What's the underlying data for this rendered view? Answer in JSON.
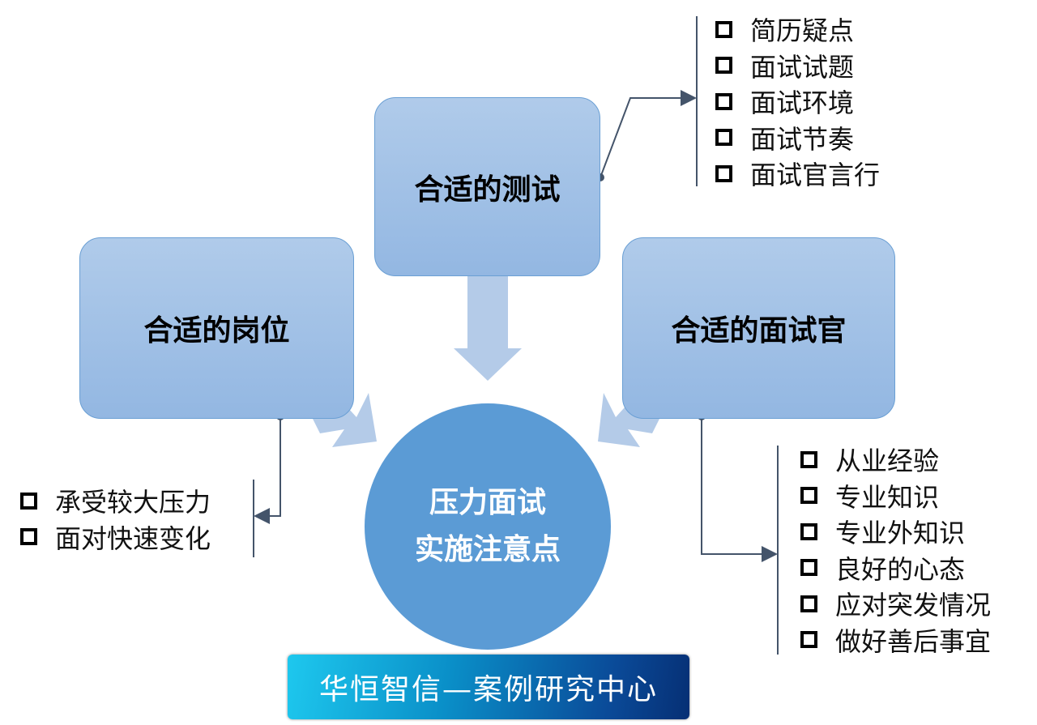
{
  "boxes": {
    "top": "合适的测试",
    "left": "合适的岗位",
    "right": "合适的面试官"
  },
  "center": {
    "line1": "压力面试",
    "line2": "实施注意点"
  },
  "top_list": [
    "简历疑点",
    "面试试题",
    "面试环境",
    "面试节奏",
    "面试官言行"
  ],
  "left_list": [
    "承受较大压力",
    "面对快速变化"
  ],
  "right_list": [
    "从业经验",
    "专业知识",
    "专业外知识",
    "良好的心态",
    "应对突发情况",
    "做好善后事宜"
  ],
  "banner": "华恒智信—案例研究中心",
  "colors": {
    "box": "#a3c1e6",
    "circle": "#5b9bd5",
    "connector": "#44546a",
    "arrow": "#b4cbe8"
  }
}
